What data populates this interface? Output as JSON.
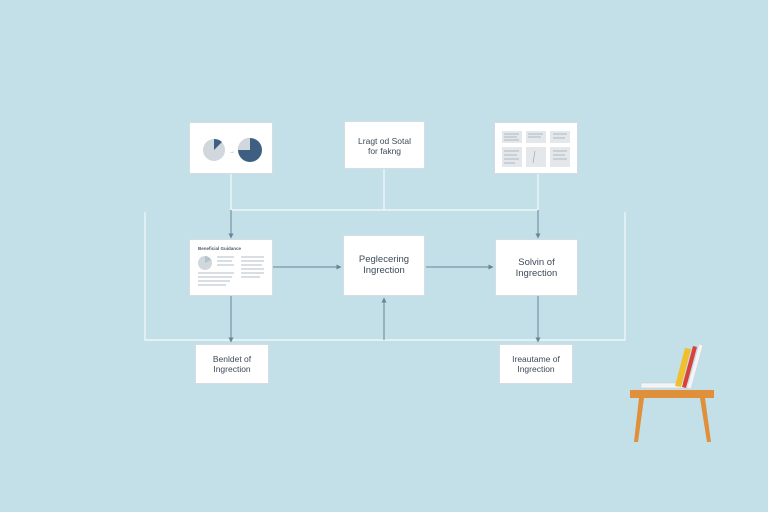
{
  "diagram": {
    "nodes": {
      "pie_charts": {
        "icon": "pie-chart-icon",
        "pie_text": "→"
      },
      "top_center": {
        "label": "Lragt od Sotal\nfor fakng"
      },
      "top_right": {
        "icon": "document-thumbnails-icon"
      },
      "left_doc": {
        "title": "Beneficial Guidance",
        "icon": "report-document-icon"
      },
      "center": {
        "label": "Peglecering\nIngrection"
      },
      "right": {
        "label": "Solvin of\nIngrection"
      },
      "bottom_left": {
        "label": "Benldet of\nIngrection"
      },
      "bottom_right": {
        "label": "Ireautame of\nIngrection"
      }
    }
  },
  "decoration": {
    "table": {
      "icon": "desk-with-books-icon"
    }
  },
  "colors": {
    "background": "#c3dfe8",
    "line": "#ffffff",
    "arrow": "#6a8497",
    "pie_dark": "#3f5f82",
    "pie_light": "#d0d7dd",
    "table": "#e08f3b",
    "book_red": "#d9413a",
    "book_yellow": "#efbf2e"
  }
}
